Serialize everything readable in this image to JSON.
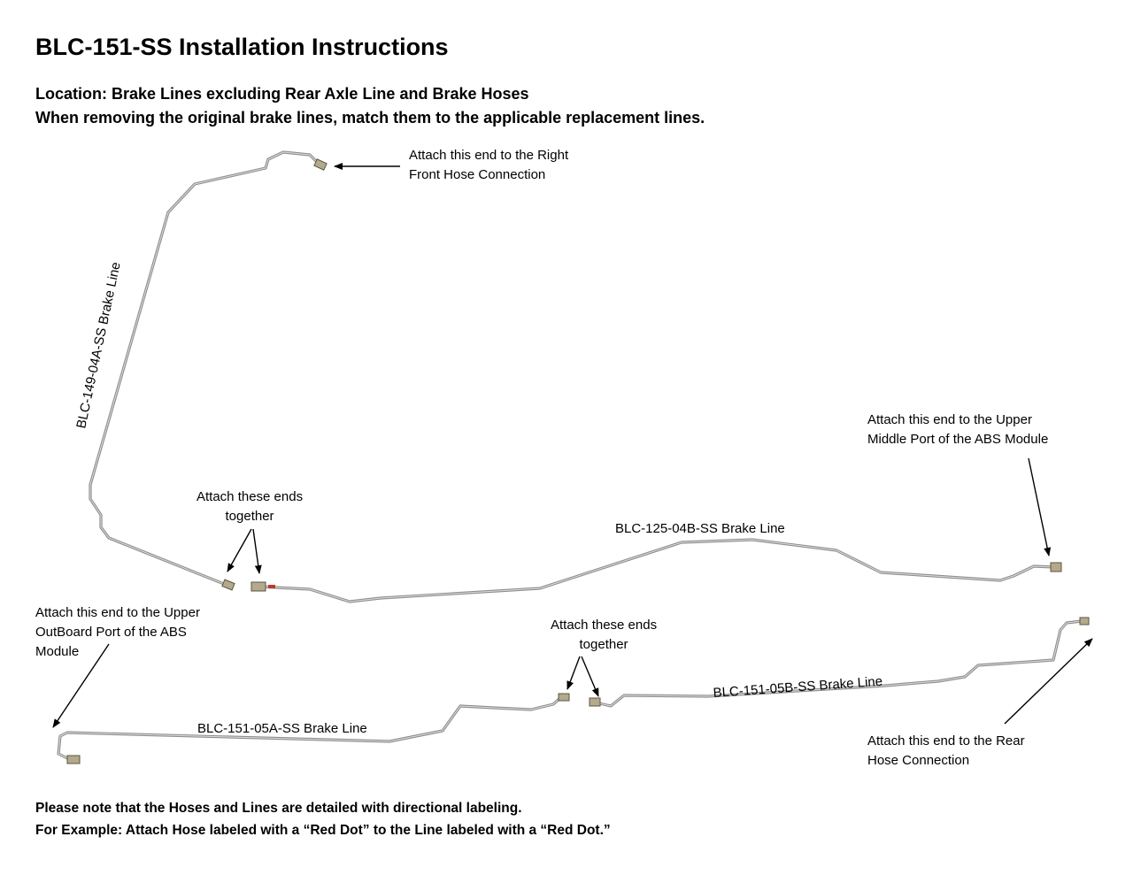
{
  "title": "BLC-151-SS Installation Instructions",
  "subtitle_location": "Location: Brake Lines excluding Rear Axle Line and Brake Hoses",
  "subtitle_instruction": "When removing the original brake lines, match them to the applicable replacement lines.",
  "annotations": {
    "right_front": [
      "Attach this end to the Right",
      "Front Hose Connection"
    ],
    "abs_upper_middle": [
      "Attach this end to the Upper",
      "Middle Port of the ABS Module"
    ],
    "join_top": [
      "Attach these ends",
      "together"
    ],
    "abs_upper_outboard": [
      "Attach this end to the Upper",
      "OutBoard Port of the ABS",
      "Module"
    ],
    "join_bottom": [
      "Attach these ends",
      "together"
    ],
    "rear_hose": [
      "Attach this end to the Rear",
      "Hose Connection"
    ]
  },
  "line_labels": {
    "line_149": "BLC-149-04A-SS Brake Line",
    "line_125": "BLC-125-04B-SS Brake Line",
    "line_151a": "BLC-151-05A-SS Brake Line",
    "line_151b": "BLC-151-05B-SS Brake Line"
  },
  "footnotes": [
    "Please note that the Hoses and Lines are detailed with directional labeling.",
    "For Example: Attach Hose labeled with a “Red Dot” to the Line labeled with a “Red Dot.”"
  ],
  "colors": {
    "tube": "#8e8e8e",
    "fitting": "#b3a98c",
    "red_dot": "#c0392b"
  }
}
